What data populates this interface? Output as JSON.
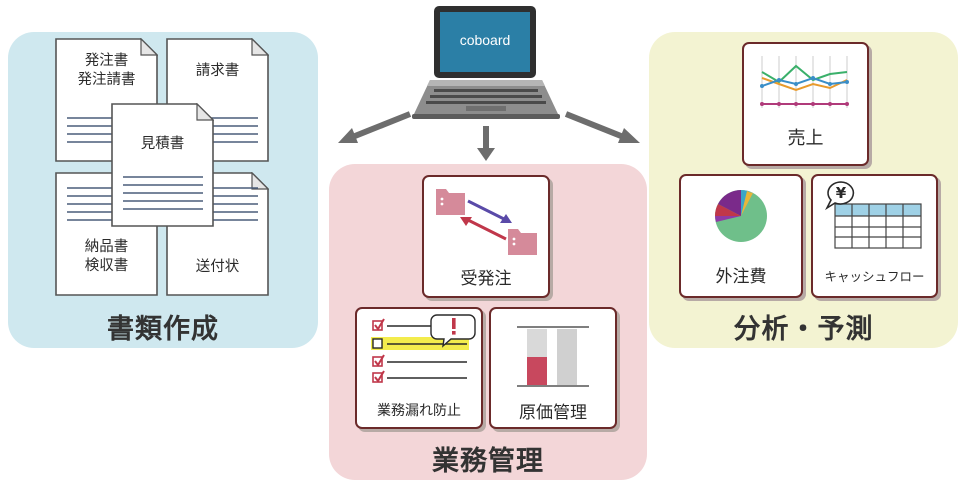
{
  "laptop": {
    "logo_text": "coboard"
  },
  "documents": {
    "title": "書類作成",
    "items": [
      {
        "line1": "発注書",
        "line2": "発注請書"
      },
      {
        "line1": "請求書",
        "line2": ""
      },
      {
        "line1": "見積書",
        "line2": ""
      },
      {
        "line1": "納品書",
        "line2": "検収書"
      },
      {
        "line1": "送付状",
        "line2": ""
      }
    ]
  },
  "business": {
    "title": "業務管理",
    "cards": {
      "orders": "受発注",
      "prevention": "業務漏れ防止",
      "cost": "原価管理"
    }
  },
  "analysis": {
    "title": "分析・予測",
    "cards": {
      "sales": "売上",
      "outsourcing": "外注費",
      "cashflow": "キャッシュフロー"
    },
    "yen_symbol": "¥"
  },
  "colors": {
    "docs_panel": "#cfe8ef",
    "business_panel": "#f3d6d8",
    "analysis_panel": "#f3f3d2",
    "card_border": "#6b2a2a",
    "arrow": "#6d6d6d"
  }
}
